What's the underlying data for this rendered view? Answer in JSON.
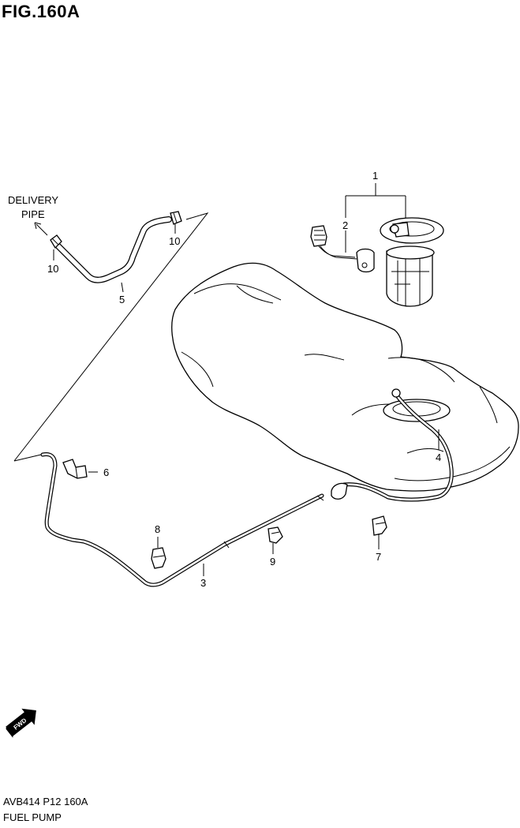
{
  "figure": {
    "title": "FIG.160A"
  },
  "callouts": {
    "delivery_pipe_line1": "DELIVERY",
    "delivery_pipe_line2": "PIPE",
    "fwd": "FWD"
  },
  "part_labels": {
    "p1": "1",
    "p2": "2",
    "p3": "3",
    "p4": "4",
    "p5": "5",
    "p6": "6",
    "p7": "7",
    "p8": "8",
    "p9": "9",
    "p10a": "10",
    "p10b": "10"
  },
  "footer": {
    "code": "AVB414 P12 160A",
    "name": "FUEL PUMP"
  }
}
